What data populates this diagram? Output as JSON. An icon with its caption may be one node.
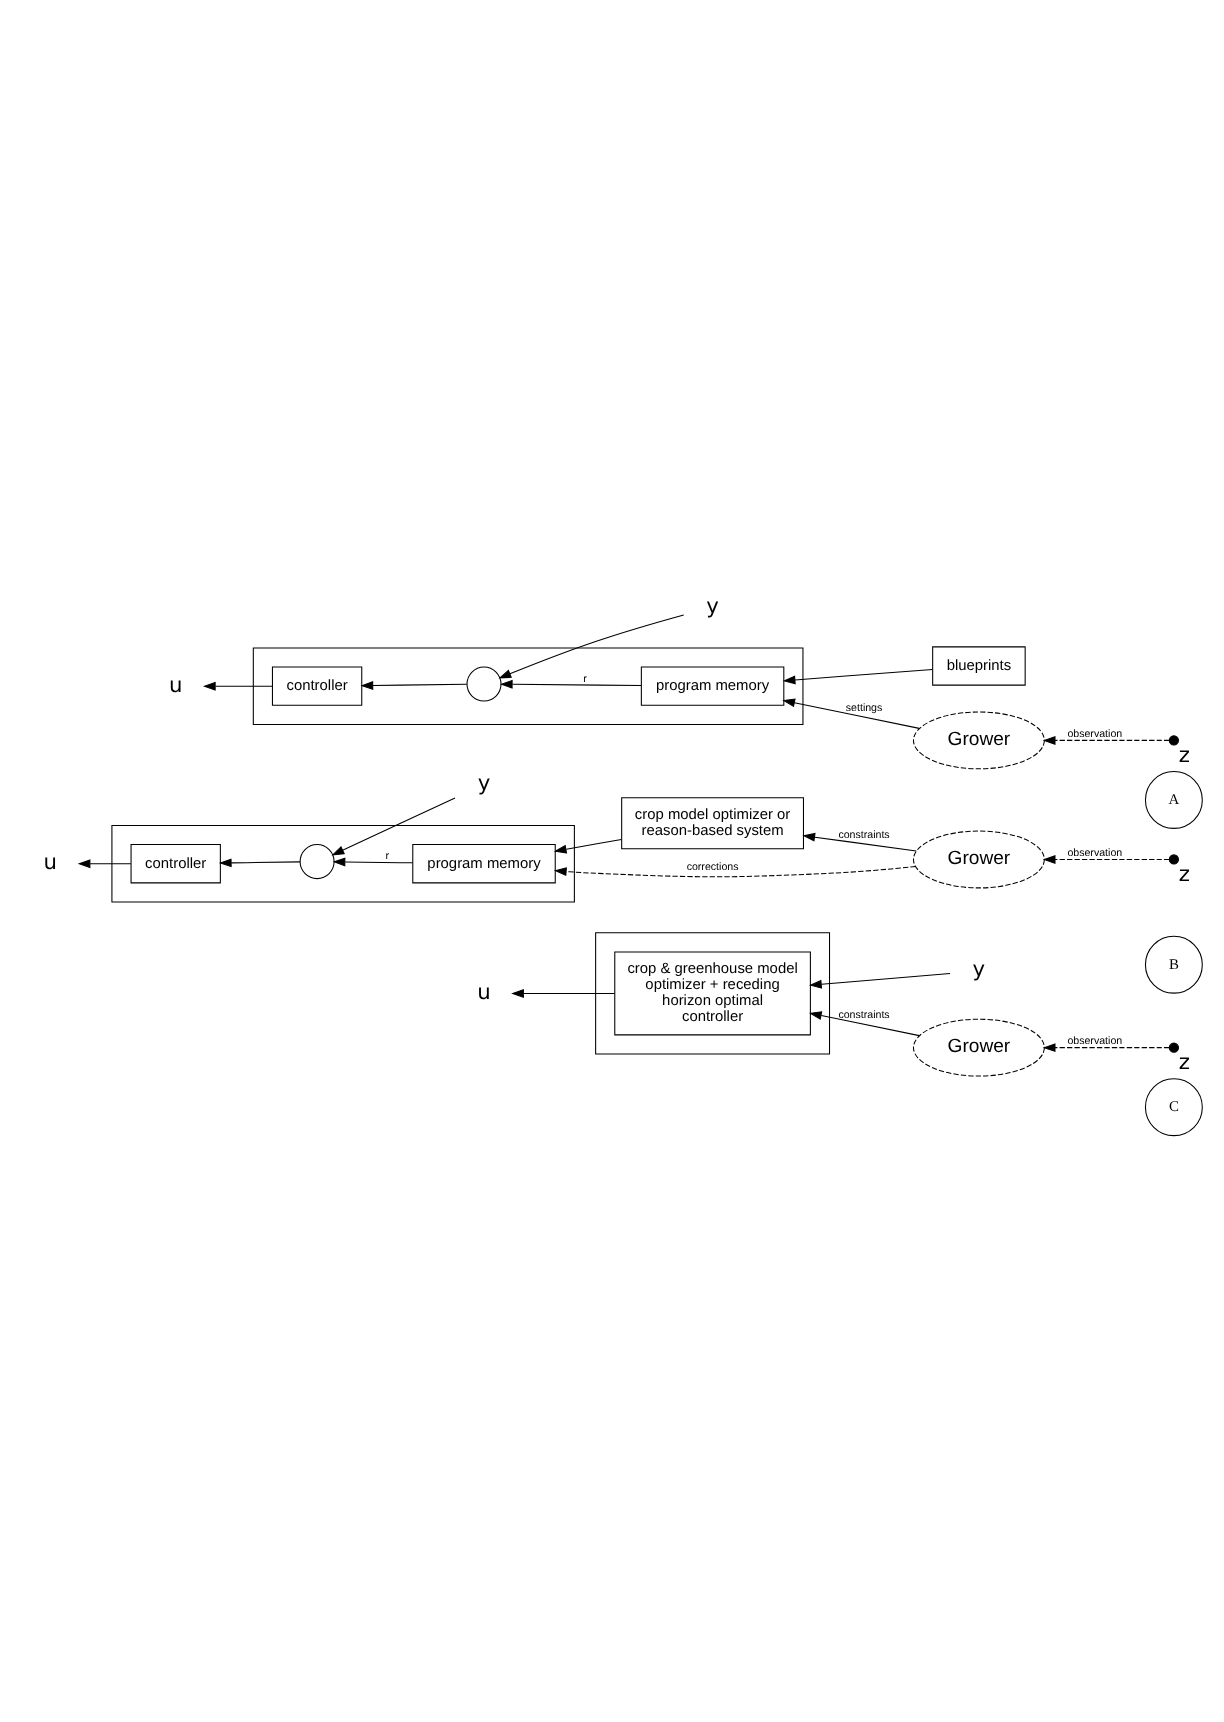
{
  "diagram": {
    "nodes": [
      {
        "text": [],
        "shape": "box"
      },
      {
        "text": [
          "controller"
        ],
        "in": 0
      },
      {
        "text": [],
        "shape": "circle",
        "in": 0
      },
      {
        "text": [
          "program memory"
        ],
        "in": 0
      },
      {
        "text": [
          "blueprints"
        ]
      },
      {
        "text": [
          "u"
        ]
      },
      {
        "text": [
          "y"
        ]
      },
      {
        "text": [],
        "shape": "dot",
        "beside": [
          "z"
        ]
      },
      {
        "text": [
          "Grower"
        ]
      },
      {
        "text": [
          "A"
        ]
      },
      {
        "text": [],
        "shape": "box"
      },
      {
        "text": [
          "controller"
        ],
        "in": 10
      },
      {
        "text": [],
        "shape": "circle",
        "in": 10
      },
      {
        "text": [
          "program memory"
        ],
        "in": 10
      },
      {
        "text": [
          "crop model optimizer or reason-based system"
        ]
      },
      {
        "text": [
          "u"
        ]
      },
      {
        "text": [
          "y"
        ]
      },
      {
        "text": [],
        "shape": "dot",
        "beside": [
          "z"
        ]
      },
      {
        "text": [
          "Grower"
        ]
      },
      {
        "text": [
          "B"
        ]
      },
      {
        "text": [],
        "shape": "box"
      },
      {
        "text": [
          "crop & greenhouse model optimizer + receding horizon optimal controller"
        ],
        "in": 20
      },
      {
        "text": [
          "u"
        ]
      },
      {
        "text": [
          "y"
        ]
      },
      {
        "text": [],
        "shape": "dot",
        "beside": [
          "z"
        ]
      },
      {
        "text": [
          "Grower"
        ]
      },
      {
        "text": [
          "C"
        ]
      }
    ],
    "edges": [
      {
        "from": 7,
        "to": 8,
        "arrow": "to",
        "label": "observation",
        "style": "dashed"
      },
      {
        "from": 8,
        "to": 3,
        "arrow": "to",
        "label": "settings"
      },
      {
        "from": 4,
        "to": 3,
        "arrow": "to"
      },
      {
        "from": 3,
        "to": 2,
        "arrow": "to",
        "label": "r"
      },
      {
        "from": 6,
        "to": 2,
        "arrow": "to"
      },
      {
        "from": 2,
        "to": 1,
        "arrow": "to"
      },
      {
        "from": 1,
        "to": 5,
        "arrow": "to"
      },
      {
        "from": 17,
        "to": 18,
        "arrow": "to",
        "label": "observation",
        "style": "dashed"
      },
      {
        "from": 18,
        "to": 13,
        "arrow": "to",
        "label": "corrections",
        "style": "dashed"
      },
      {
        "from": 18,
        "to": 14,
        "arrow": "to",
        "label": "constraints"
      },
      {
        "from": 14,
        "to": 13,
        "arrow": "to"
      },
      {
        "from": 13,
        "to": 12,
        "arrow": "to",
        "label": "r"
      },
      {
        "from": 16,
        "to": 12,
        "arrow": "to"
      },
      {
        "from": 12,
        "to": 11,
        "arrow": "to"
      },
      {
        "from": 11,
        "to": 15,
        "arrow": "to"
      },
      {
        "from": 24,
        "to": 25,
        "arrow": "to",
        "label": "observation",
        "style": "dashed"
      },
      {
        "from": 25,
        "to": 21,
        "arrow": "to",
        "label": "constraints"
      },
      {
        "from": 23,
        "to": 21,
        "arrow": "to"
      },
      {
        "from": 21,
        "to": 22,
        "arrow": "to"
      }
    ]
  }
}
